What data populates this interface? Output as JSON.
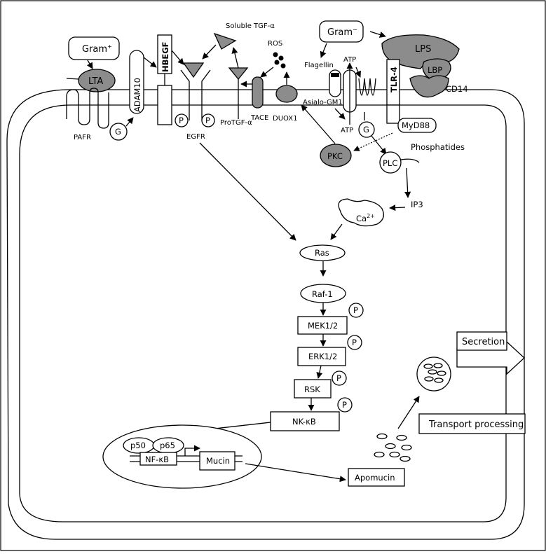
{
  "labels": {
    "gram_pos": "Gram",
    "gram_pos_sup": "+",
    "gram_neg": "Gram",
    "gram_neg_sup": "−",
    "lta": "LTA",
    "pafr": "PAFR",
    "g_left": "G",
    "adam10": "ADAM10",
    "hbegf": "HBEGF",
    "p_egfr_1": "P",
    "p_egfr_2": "P",
    "egfr": "EGFR",
    "soluble_tgf": "Soluble TGF-α",
    "protgf": "ProTGF-α",
    "tace": "TACE",
    "ros": "ROS",
    "duox1": "DUOX1",
    "flagellin": "Flagellin",
    "asialo": "Asialo-GM1",
    "atp_top": "ATP",
    "atp_bottom": "ATP",
    "g_right": "G",
    "lps": "LPS",
    "lbp": "LBP",
    "tlr4": "TLR-4",
    "cd14": "CD14",
    "myd88": "MyD88",
    "pkc": "PKC",
    "plc": "PLC",
    "phosphatides": "Phosphatides",
    "ip3": "IP3",
    "ca": "Ca",
    "ca_sup": "2+",
    "ras": "Ras",
    "raf1": "Raf-1",
    "mek": "MEK1/2",
    "p_mek": "P",
    "erk": "ERK1/2",
    "p_erk": "P",
    "rsk": "RSK",
    "p_rsk": "P",
    "nkkb": "NK-κB",
    "p_nkkb": "P",
    "p50": "p50",
    "p65": "p65",
    "nfkb": "NF-κB",
    "mucin": "Mucin",
    "apomucin": "Apomucin",
    "secretion": "Secretion",
    "transport": "Transport processing"
  },
  "colors": {
    "protein_grey": "#8c8c8c",
    "background": "#ffffff",
    "ink": "#000000"
  }
}
